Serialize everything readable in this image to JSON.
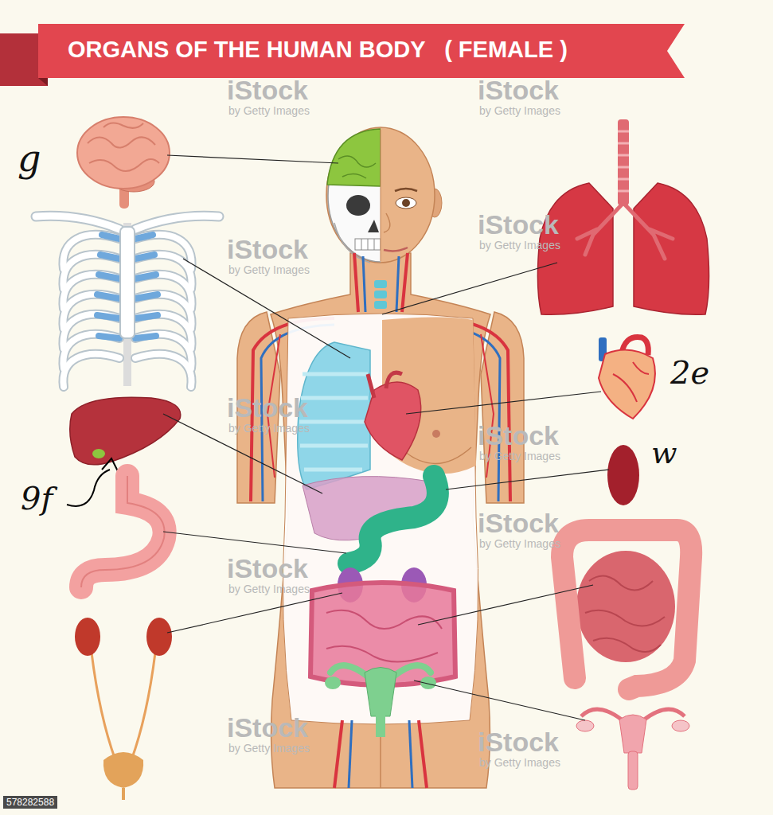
{
  "diagram": {
    "title": "ORGANS OF THE HUMAN BODY   ( FEMALE )",
    "labels": [
      "g",
      "9f",
      "2e",
      "w",
      "578282588",
      "iStock",
      "by Getty Images",
      "iStock",
      "by Getty Images",
      "iStock",
      "by Getty Images",
      "iStock",
      "by Getty Images",
      "iStock",
      "by Getty Images",
      "iStock",
      "by Getty Images",
      "iStock",
      "by Getty Images",
      "iStock",
      "by Getty Images",
      "iStock",
      "by Getty Images",
      "iStock",
      "by Getty Images"
    ]
  }
}
